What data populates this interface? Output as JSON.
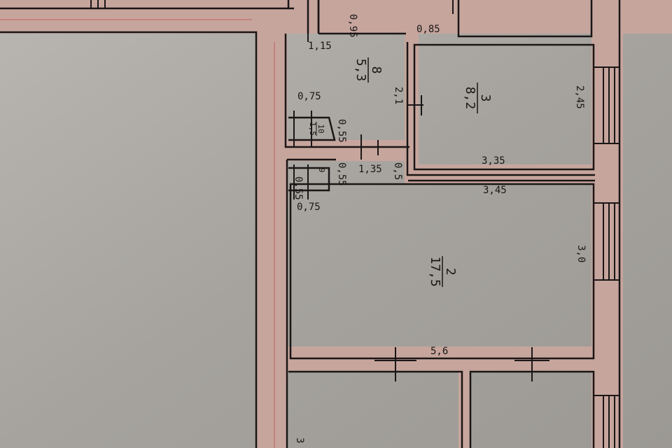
{
  "colors": {
    "paper": "#aaa7a2",
    "wall_fill": "#c9a39a",
    "line": "#1a1616",
    "accent_line": "#c07a70"
  },
  "plan": {
    "rooms": [
      {
        "id": "room-2",
        "number": "2",
        "area": "17,5"
      },
      {
        "id": "room-3",
        "number": "3",
        "area": "8,2"
      },
      {
        "id": "room-8",
        "number": "8",
        "area": "5,3"
      },
      {
        "id": "room-9",
        "number": "9",
        "area": ""
      },
      {
        "id": "room-10",
        "number": "10",
        "area": "1,5"
      }
    ],
    "dimensions": {
      "d_095": "0,95",
      "d_115": "1,15",
      "d_085": "0,85",
      "d_21": "2,1",
      "d_075a": "0,75",
      "d_055a": "0,55",
      "d_055b": "0,55",
      "d_135": "1,35",
      "d_05": "0,5",
      "d_245": "2,45",
      "d_335": "3,35",
      "d_345": "3,45",
      "d_30": "3,0",
      "d_56": "5,6",
      "d_055c": "0,55",
      "d_075b": "0,75",
      "d_3": "3"
    }
  }
}
